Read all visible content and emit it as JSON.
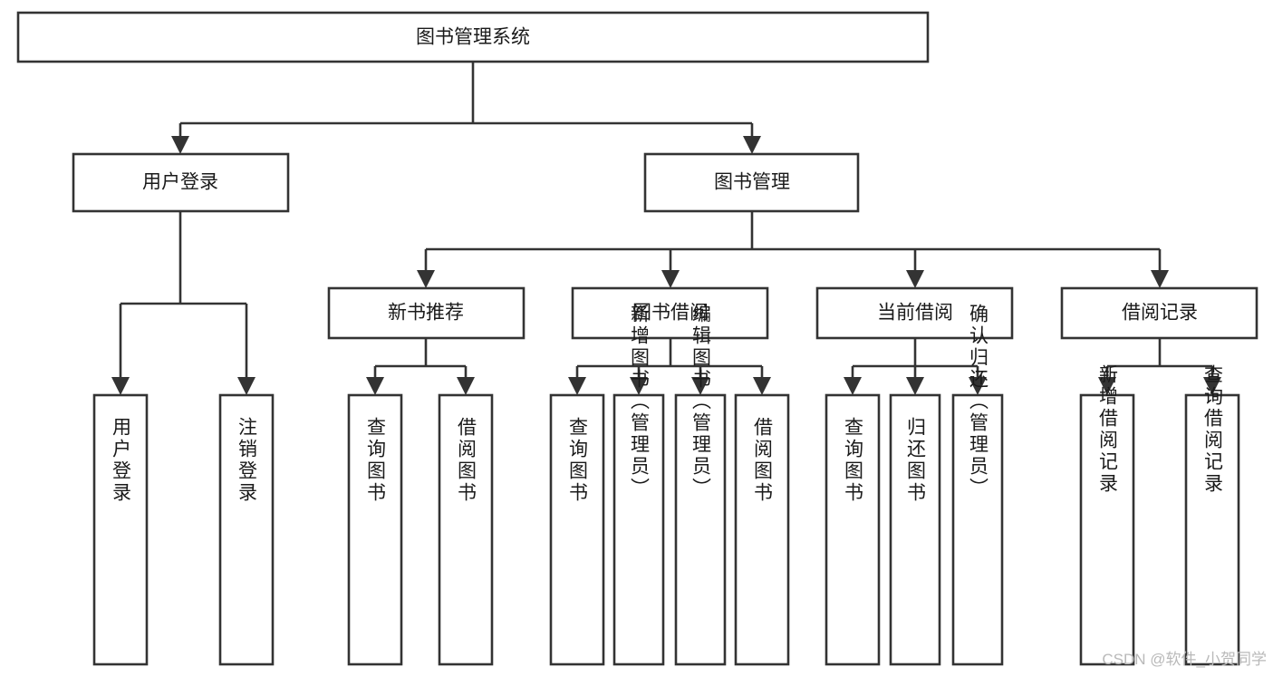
{
  "diagram": {
    "type": "tree",
    "title": "图书管理系统",
    "orientation": "top-down",
    "root": {
      "id": "root",
      "label": "图书管理系统",
      "text_orientation": "horizontal"
    },
    "level1": [
      {
        "id": "user-login",
        "label": "用户登录",
        "text_orientation": "horizontal"
      },
      {
        "id": "book-management",
        "label": "图书管理",
        "text_orientation": "horizontal"
      }
    ],
    "level2": [
      {
        "id": "new-book-recommend",
        "label": "新书推荐",
        "parent": "book-management",
        "text_orientation": "horizontal"
      },
      {
        "id": "book-borrow",
        "label": "图书借阅",
        "parent": "book-management",
        "text_orientation": "horizontal"
      },
      {
        "id": "current-borrow",
        "label": "当前借阅",
        "parent": "book-management",
        "text_orientation": "horizontal"
      },
      {
        "id": "borrow-record",
        "label": "借阅记录",
        "parent": "book-management",
        "text_orientation": "horizontal"
      }
    ],
    "leaves": [
      {
        "id": "leaf-user-login",
        "label": "用户登录",
        "parent": "user-login",
        "text_orientation": "vertical"
      },
      {
        "id": "leaf-logout-login",
        "label": "注销登录",
        "parent": "user-login",
        "text_orientation": "vertical"
      },
      {
        "id": "leaf-query-book-1",
        "label": "查询图书",
        "parent": "new-book-recommend",
        "text_orientation": "vertical"
      },
      {
        "id": "leaf-borrow-book-1",
        "label": "借阅图书",
        "parent": "new-book-recommend",
        "text_orientation": "vertical"
      },
      {
        "id": "leaf-query-book-2",
        "label": "查询图书",
        "parent": "book-borrow",
        "text_orientation": "vertical"
      },
      {
        "id": "leaf-add-book",
        "label": "新增图书（管理员）",
        "parent": "book-borrow",
        "text_orientation": "vertical"
      },
      {
        "id": "leaf-edit-book",
        "label": "编辑图书（管理员）",
        "parent": "book-borrow",
        "text_orientation": "vertical"
      },
      {
        "id": "leaf-borrow-book-2",
        "label": "借阅图书",
        "parent": "book-borrow",
        "text_orientation": "vertical"
      },
      {
        "id": "leaf-query-book-3",
        "label": "查询图书",
        "parent": "current-borrow",
        "text_orientation": "vertical"
      },
      {
        "id": "leaf-return-book",
        "label": "归还图书",
        "parent": "current-borrow",
        "text_orientation": "vertical"
      },
      {
        "id": "leaf-confirm-return",
        "label": "确认归还（管理员）",
        "parent": "current-borrow",
        "text_orientation": "vertical"
      },
      {
        "id": "leaf-add-record",
        "label": "新增借阅记录",
        "parent": "borrow-record",
        "text_orientation": "vertical"
      },
      {
        "id": "leaf-query-record",
        "label": "查询借阅记录",
        "parent": "borrow-record",
        "text_orientation": "vertical"
      }
    ],
    "watermark": "CSDN @软件_小贺同学",
    "colors": {
      "box_fill": "#ffffff",
      "box_stroke": "#333333",
      "text": "#1a1a1a",
      "connector": "#333333",
      "background": "#ffffff",
      "watermark": "#b9b9b9"
    }
  }
}
